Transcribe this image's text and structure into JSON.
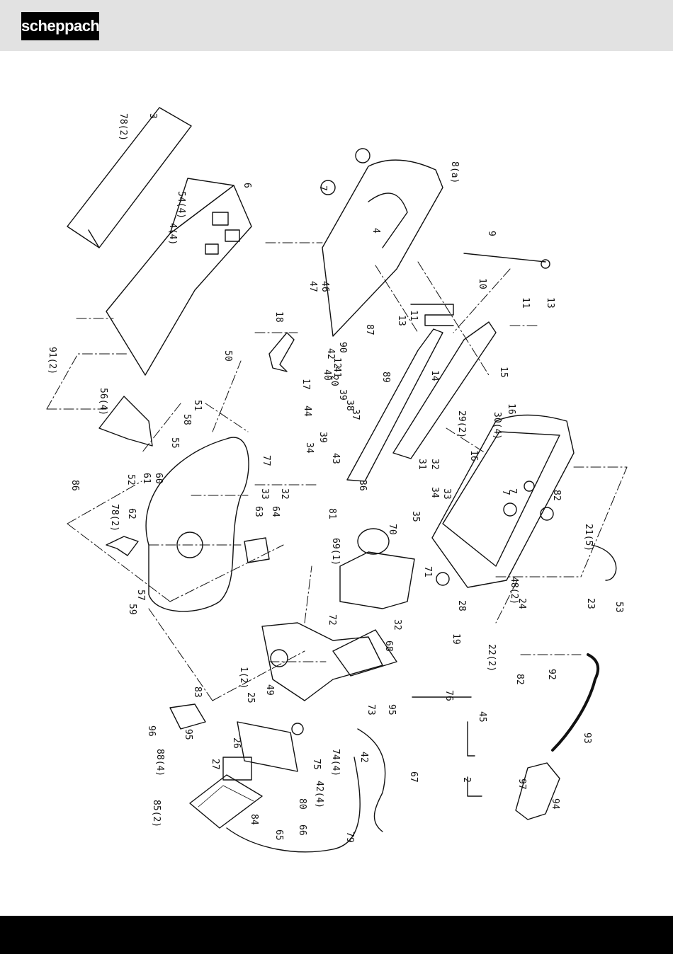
{
  "header": {
    "brand": "scheppach"
  },
  "diagram": {
    "part_labels": [
      {
        "text": "78(2)"
      },
      {
        "text": "3"
      },
      {
        "text": "6"
      },
      {
        "text": "54(4)"
      },
      {
        "text": "4(4)"
      },
      {
        "text": "7"
      },
      {
        "text": "8(a)"
      },
      {
        "text": "4"
      },
      {
        "text": "9"
      },
      {
        "text": "10"
      },
      {
        "text": "11"
      },
      {
        "text": "13"
      },
      {
        "text": "46"
      },
      {
        "text": "47"
      },
      {
        "text": "18"
      },
      {
        "text": "11"
      },
      {
        "text": "13"
      },
      {
        "text": "87"
      },
      {
        "text": "90"
      },
      {
        "text": "42"
      },
      {
        "text": "12"
      },
      {
        "text": "41"
      },
      {
        "text": "40"
      },
      {
        "text": "20"
      },
      {
        "text": "39"
      },
      {
        "text": "38"
      },
      {
        "text": "37"
      },
      {
        "text": "89"
      },
      {
        "text": "14"
      },
      {
        "text": "15"
      },
      {
        "text": "16"
      },
      {
        "text": "30(4)"
      },
      {
        "text": "29(2)"
      },
      {
        "text": "91(2)"
      },
      {
        "text": "50"
      },
      {
        "text": "17"
      },
      {
        "text": "44"
      },
      {
        "text": "56(4)"
      },
      {
        "text": "51"
      },
      {
        "text": "58"
      },
      {
        "text": "55"
      },
      {
        "text": "39"
      },
      {
        "text": "43"
      },
      {
        "text": "34"
      },
      {
        "text": "77"
      },
      {
        "text": "16"
      },
      {
        "text": "32"
      },
      {
        "text": "31"
      },
      {
        "text": "33"
      },
      {
        "text": "34"
      },
      {
        "text": "35"
      },
      {
        "text": "36"
      },
      {
        "text": "33"
      },
      {
        "text": "32"
      },
      {
        "text": "64"
      },
      {
        "text": "63"
      },
      {
        "text": "81"
      },
      {
        "text": "86"
      },
      {
        "text": "52"
      },
      {
        "text": "61"
      },
      {
        "text": "60"
      },
      {
        "text": "78(2)"
      },
      {
        "text": "62"
      },
      {
        "text": "7"
      },
      {
        "text": "82"
      },
      {
        "text": "21(5)"
      },
      {
        "text": "7"
      },
      {
        "text": "70"
      },
      {
        "text": "69(1)"
      },
      {
        "text": "71"
      },
      {
        "text": "48(2)"
      },
      {
        "text": "24"
      },
      {
        "text": "23"
      },
      {
        "text": "53"
      },
      {
        "text": "57"
      },
      {
        "text": "59"
      },
      {
        "text": "72"
      },
      {
        "text": "32"
      },
      {
        "text": "68"
      },
      {
        "text": "28"
      },
      {
        "text": "19"
      },
      {
        "text": "22(2)"
      },
      {
        "text": "1(2)"
      },
      {
        "text": "82"
      },
      {
        "text": "92"
      },
      {
        "text": "49"
      },
      {
        "text": "25"
      },
      {
        "text": "83"
      },
      {
        "text": "76"
      },
      {
        "text": "95"
      },
      {
        "text": "73"
      },
      {
        "text": "45"
      },
      {
        "text": "96"
      },
      {
        "text": "95"
      },
      {
        "text": "26"
      },
      {
        "text": "93"
      },
      {
        "text": "74(4)"
      },
      {
        "text": "42"
      },
      {
        "text": "88(4)"
      },
      {
        "text": "27"
      },
      {
        "text": "75"
      },
      {
        "text": "42(4)"
      },
      {
        "text": "67"
      },
      {
        "text": "2"
      },
      {
        "text": "97"
      },
      {
        "text": "85(2)"
      },
      {
        "text": "80"
      },
      {
        "text": "84"
      },
      {
        "text": "65"
      },
      {
        "text": "66"
      },
      {
        "text": "79"
      },
      {
        "text": "94"
      }
    ]
  }
}
